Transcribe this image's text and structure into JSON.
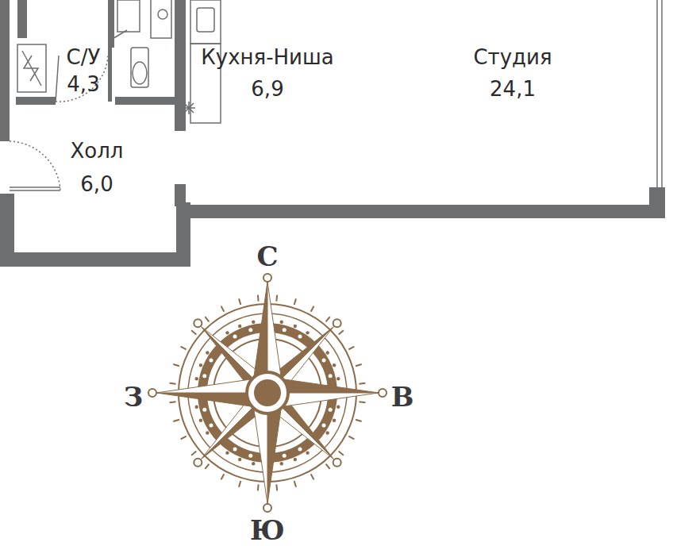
{
  "diagram": {
    "labels": [
      "С/У",
      "4,3",
      "Кухня-Ниша",
      "6,9",
      "Студия",
      "24,1",
      "Холл",
      "6,0",
      "С",
      "З",
      "В",
      "Ю"
    ]
  }
}
